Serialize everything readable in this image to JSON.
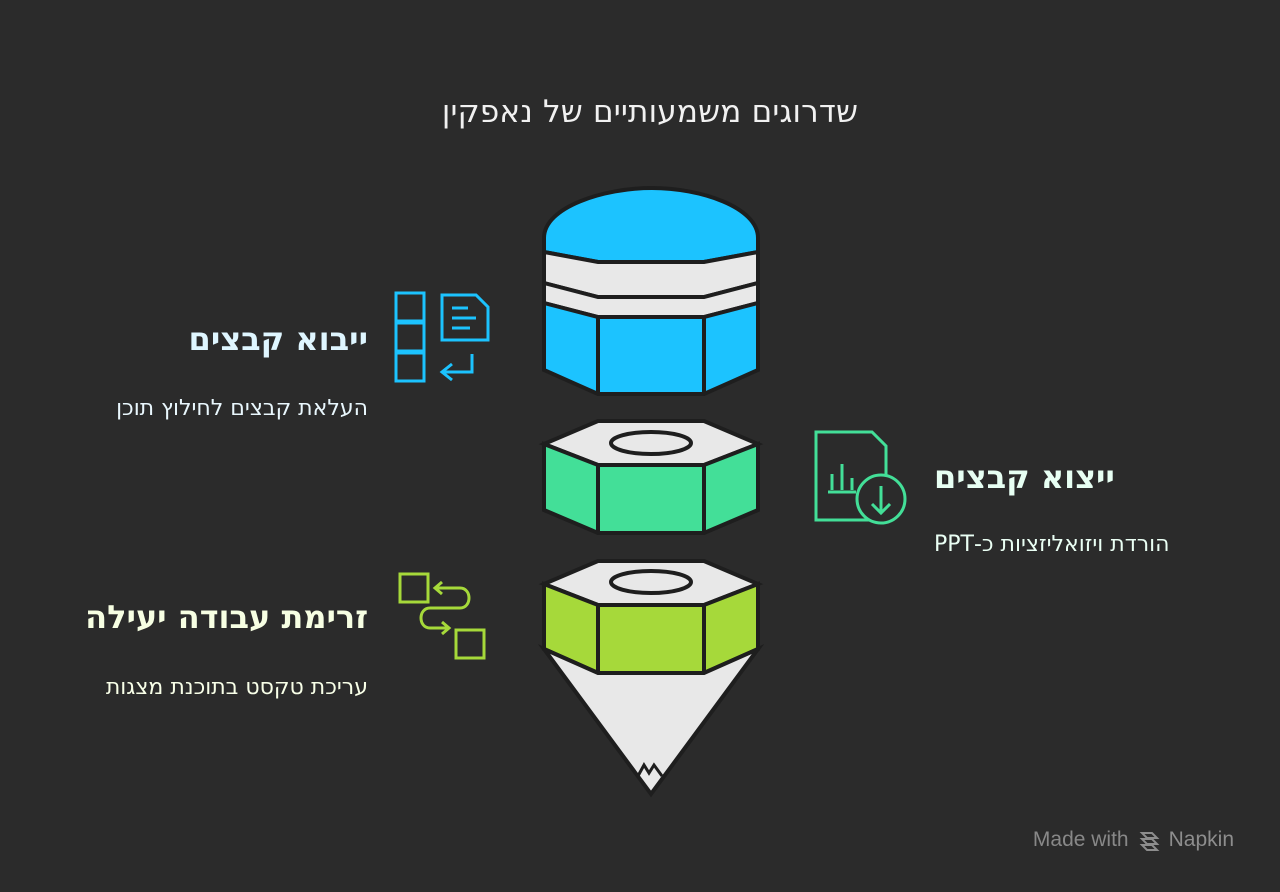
{
  "title": "שדרוגים משמעותיים של נאפקין",
  "items": [
    {
      "title": "ייבוא קבצים",
      "description": "העלאת קבצים לחילוץ תוכן",
      "accent": "#1cc3ff",
      "icon": "import-files-icon"
    },
    {
      "title": "ייצוא קבצים",
      "description": "הורדת ויזואליזציות כ-PPT",
      "accent": "#48dc9c",
      "icon": "export-files-icon"
    },
    {
      "title": "זרימת עבודה יעילה",
      "description": "עריכת טקסט בתוכנת מצגות",
      "accent": "#b9e13b",
      "icon": "workflow-icon"
    }
  ],
  "footer": {
    "made_with": "Made with",
    "brand": "Napkin"
  },
  "colors": {
    "background": "#2b2b2b",
    "blue": "#1cc3ff",
    "green": "#43df98",
    "lime": "#a6d93a",
    "light": "#e8e8e8",
    "outline": "#1e1e1e"
  }
}
